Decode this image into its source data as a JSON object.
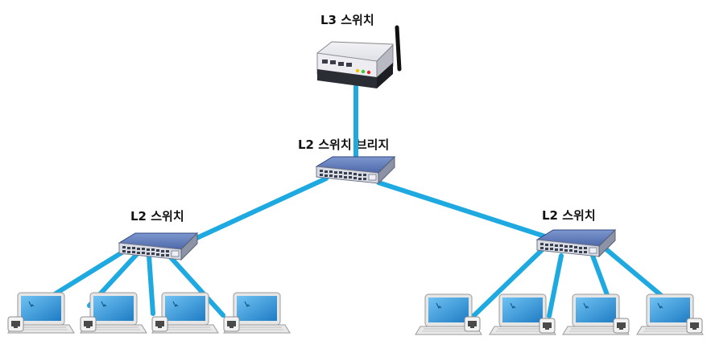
{
  "labels": {
    "l3_switch": "L3 스위치",
    "l2_bridge": "L2 스위치 브리지",
    "l2_left": "L2 스위치",
    "l2_right": "L2 스위치"
  },
  "colors": {
    "link": "#1fa9e1",
    "switch_top": "#5b78b8",
    "screen": "#2f8fd3"
  },
  "icons": [
    "router-icon",
    "switch-icon",
    "laptop-icon",
    "ethernet-port-icon"
  ]
}
